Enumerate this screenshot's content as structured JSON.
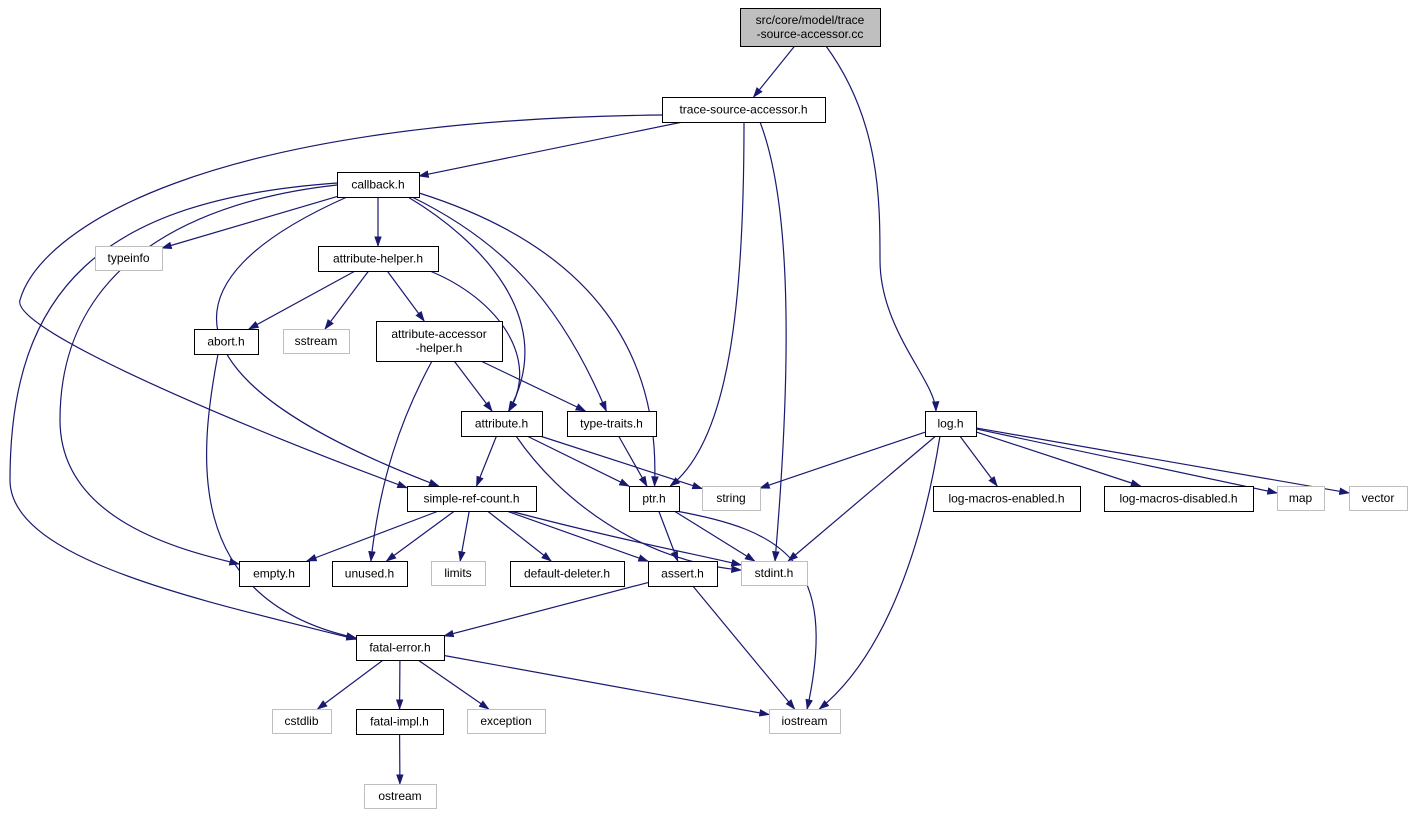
{
  "colors": {
    "edge": "#191970",
    "root_fill": "#bfbfbf",
    "local_border": "#000000",
    "system_border": "#bfbfbf",
    "node_fill": "#ffffff"
  },
  "nodes": [
    {
      "id": "root",
      "label": [
        "src/core/model/trace",
        "-source-accessor.cc"
      ],
      "kind": "root"
    },
    {
      "id": "tsa",
      "label": [
        "trace-source-accessor.h"
      ],
      "kind": "local"
    },
    {
      "id": "callback",
      "label": [
        "callback.h"
      ],
      "kind": "local"
    },
    {
      "id": "typeinfo",
      "label": [
        "typeinfo"
      ],
      "kind": "system"
    },
    {
      "id": "attrhelper",
      "label": [
        "attribute-helper.h"
      ],
      "kind": "local"
    },
    {
      "id": "abort",
      "label": [
        "abort.h"
      ],
      "kind": "local"
    },
    {
      "id": "sstream",
      "label": [
        "sstream"
      ],
      "kind": "system"
    },
    {
      "id": "attraccessor",
      "label": [
        "attribute-accessor",
        "-helper.h"
      ],
      "kind": "local"
    },
    {
      "id": "attribute",
      "label": [
        "attribute.h"
      ],
      "kind": "local"
    },
    {
      "id": "typetraits",
      "label": [
        "type-traits.h"
      ],
      "kind": "local"
    },
    {
      "id": "log",
      "label": [
        "log.h"
      ],
      "kind": "local"
    },
    {
      "id": "simpleref",
      "label": [
        "simple-ref-count.h"
      ],
      "kind": "local"
    },
    {
      "id": "ptr",
      "label": [
        "ptr.h"
      ],
      "kind": "local"
    },
    {
      "id": "string",
      "label": [
        "string"
      ],
      "kind": "system"
    },
    {
      "id": "logen",
      "label": [
        "log-macros-enabled.h"
      ],
      "kind": "local"
    },
    {
      "id": "logdis",
      "label": [
        "log-macros-disabled.h"
      ],
      "kind": "local"
    },
    {
      "id": "map",
      "label": [
        "map"
      ],
      "kind": "system"
    },
    {
      "id": "vector",
      "label": [
        "vector"
      ],
      "kind": "system"
    },
    {
      "id": "empty",
      "label": [
        "empty.h"
      ],
      "kind": "local"
    },
    {
      "id": "unused",
      "label": [
        "unused.h"
      ],
      "kind": "local"
    },
    {
      "id": "limits",
      "label": [
        "limits"
      ],
      "kind": "system"
    },
    {
      "id": "defdel",
      "label": [
        "default-deleter.h"
      ],
      "kind": "local"
    },
    {
      "id": "assert",
      "label": [
        "assert.h"
      ],
      "kind": "local"
    },
    {
      "id": "stdint",
      "label": [
        "stdint.h"
      ],
      "kind": "system"
    },
    {
      "id": "fatalerr",
      "label": [
        "fatal-error.h"
      ],
      "kind": "local"
    },
    {
      "id": "cstdlib",
      "label": [
        "cstdlib"
      ],
      "kind": "system"
    },
    {
      "id": "fatalimpl",
      "label": [
        "fatal-impl.h"
      ],
      "kind": "local"
    },
    {
      "id": "exception",
      "label": [
        "exception"
      ],
      "kind": "system"
    },
    {
      "id": "iostream",
      "label": [
        "iostream"
      ],
      "kind": "system"
    },
    {
      "id": "ostream",
      "label": [
        "ostream"
      ],
      "kind": "system"
    }
  ],
  "edges": [
    [
      "root",
      "tsa"
    ],
    [
      "root",
      "log"
    ],
    [
      "tsa",
      "callback"
    ],
    [
      "tsa",
      "simpleref"
    ],
    [
      "tsa",
      "ptr"
    ],
    [
      "tsa",
      "stdint"
    ],
    [
      "callback",
      "typeinfo"
    ],
    [
      "callback",
      "attrhelper"
    ],
    [
      "callback",
      "attribute"
    ],
    [
      "callback",
      "typetraits"
    ],
    [
      "callback",
      "ptr"
    ],
    [
      "callback",
      "simpleref"
    ],
    [
      "callback",
      "empty"
    ],
    [
      "callback",
      "fatalerr"
    ],
    [
      "attrhelper",
      "abort"
    ],
    [
      "attrhelper",
      "sstream"
    ],
    [
      "attrhelper",
      "attraccessor"
    ],
    [
      "attrhelper",
      "attribute"
    ],
    [
      "abort",
      "fatalerr"
    ],
    [
      "attraccessor",
      "attribute"
    ],
    [
      "attraccessor",
      "typetraits"
    ],
    [
      "attraccessor",
      "unused"
    ],
    [
      "attribute",
      "simpleref"
    ],
    [
      "attribute",
      "ptr"
    ],
    [
      "attribute",
      "string"
    ],
    [
      "attribute",
      "stdint"
    ],
    [
      "typetraits",
      "ptr"
    ],
    [
      "simpleref",
      "empty"
    ],
    [
      "simpleref",
      "unused"
    ],
    [
      "simpleref",
      "limits"
    ],
    [
      "simpleref",
      "defdel"
    ],
    [
      "simpleref",
      "assert"
    ],
    [
      "simpleref",
      "stdint"
    ],
    [
      "ptr",
      "assert"
    ],
    [
      "ptr",
      "stdint"
    ],
    [
      "ptr",
      "iostream"
    ],
    [
      "log",
      "string"
    ],
    [
      "log",
      "logen"
    ],
    [
      "log",
      "logdis"
    ],
    [
      "log",
      "map"
    ],
    [
      "log",
      "vector"
    ],
    [
      "log",
      "stdint"
    ],
    [
      "log",
      "iostream"
    ],
    [
      "assert",
      "fatalerr"
    ],
    [
      "assert",
      "iostream"
    ],
    [
      "fatalerr",
      "cstdlib"
    ],
    [
      "fatalerr",
      "fatalimpl"
    ],
    [
      "fatalerr",
      "exception"
    ],
    [
      "fatalerr",
      "iostream"
    ],
    [
      "fatalimpl",
      "ostream"
    ]
  ]
}
